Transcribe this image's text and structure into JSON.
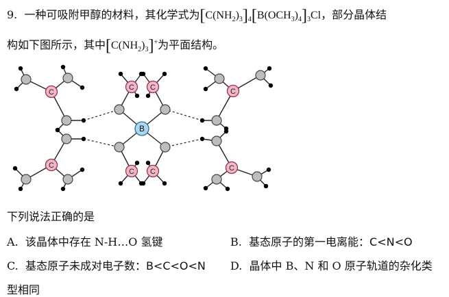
{
  "question": {
    "number": "9.",
    "stem_part1": "一种可吸附甲醇的材料，其化学式为",
    "formula_main": {
      "c_group": "C(NH",
      "c_sub2": "2",
      "c_close": ")",
      "c_sub3": "3",
      "c_sub4": "4",
      "b_group": "B(OCH",
      "b_sub3": "3",
      "b_close": ")",
      "b_sub4": "4",
      "b_sub3b": "3",
      "cl": "Cl"
    },
    "stem_part2": "，部分晶体结",
    "stem_part3": "构如下图所示，其中",
    "formula_cation": {
      "group": "C(NH",
      "sub2": "2",
      "close": ")",
      "sub3": "3",
      "charge": "+"
    },
    "stem_part4": "为平面结构。",
    "lead_in": "下列说法正确的是",
    "options": {
      "A_label": "A.",
      "A_text": "该晶体中存在 N-H…O 氢键",
      "B_label": "B.",
      "B_text": "基态原子的第一电离能：",
      "B_formula": "C<N<O",
      "C_label": "C.",
      "C_text": "基态原子未成对电子数：",
      "C_formula": "B<C<O<N",
      "D_label": "D.",
      "D_text": "晶体中 B、N 和 O 原子轨道的杂化类",
      "D_text_cont": "型相同"
    }
  },
  "diagram": {
    "center_atom_label": "B",
    "c_atom_label": "C",
    "colors": {
      "c_fill": "#f2b8c6",
      "c_stroke": "#a0304a",
      "b_fill": "#a9d7f0",
      "b_stroke": "#2a6a95",
      "gray_atom": "#bdbdbd",
      "h_atom": "#000000"
    }
  }
}
